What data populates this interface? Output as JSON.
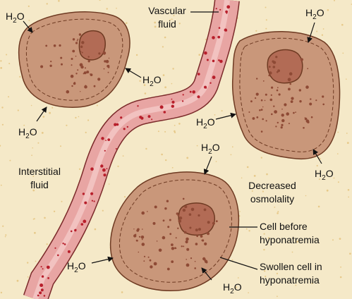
{
  "diagram": {
    "water": {
      "base": "H",
      "sub": "2",
      "tail": "O"
    },
    "labels": {
      "vascular_fluid": [
        "Vascular",
        "fluid"
      ],
      "interstitial_fluid": [
        "Interstitial",
        "fluid"
      ],
      "decreased_osmolality": [
        "Decreased",
        "osmolality"
      ],
      "cell_before": [
        "Cell before",
        "hyponatremia"
      ],
      "swollen_cell": [
        "Swollen cell in",
        "hyponatremia"
      ]
    },
    "colors": {
      "background": "#f5e9c8",
      "cell_fill": "#c9977a",
      "cell_outline": "#6e3a22",
      "nucleus_fill": "#b26b55",
      "vessel_fill": "#e8a5a3",
      "vessel_dots": "#b81f2b",
      "cytoplasm_dots": "#8e4a35",
      "background_dots": "#e7c98a"
    }
  }
}
